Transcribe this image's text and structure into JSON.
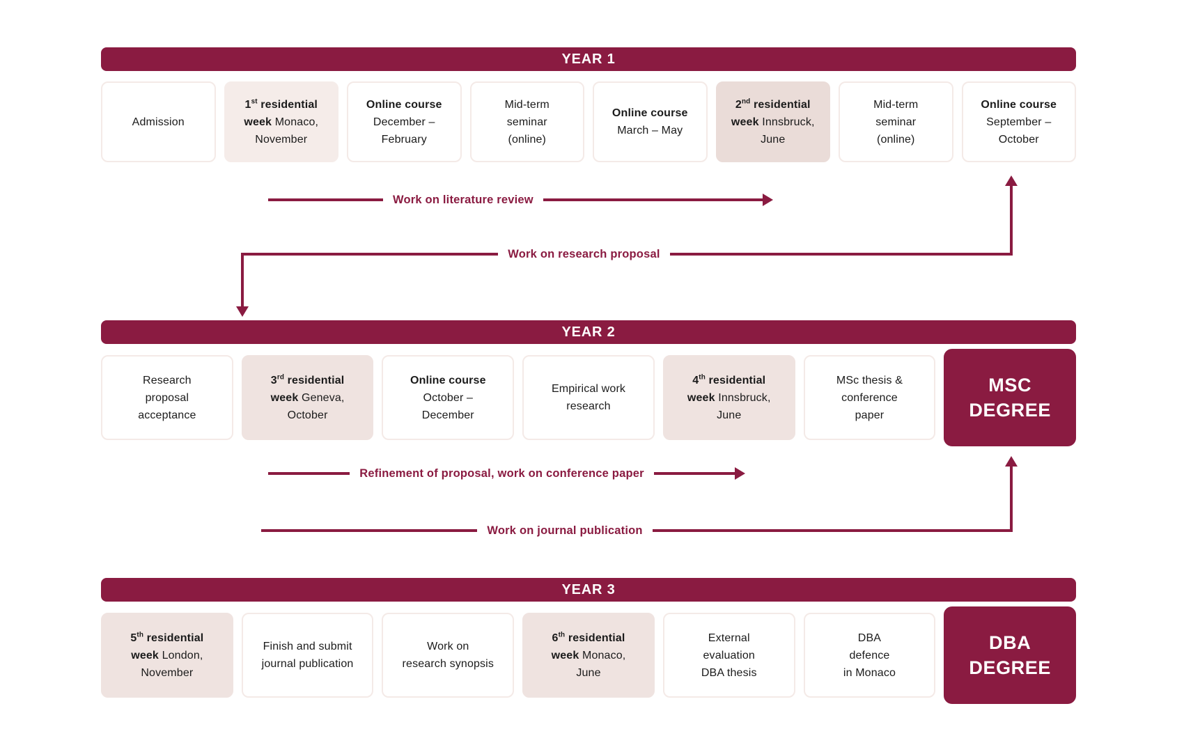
{
  "colors": {
    "accent": "#8A1B41",
    "pink": "#EFE3E0",
    "pink_light": "#F5ECE9",
    "pink_dark": "#EADCD8",
    "box_border": "#F4EAE7",
    "text": "#1B1B1B",
    "header_text": "#FFFFFF"
  },
  "sections": [
    {
      "name": "year-1",
      "header": "YEAR 1",
      "boxes": [
        {
          "name": "admission",
          "style": "white",
          "lines": [
            [
              {
                "t": "Admission"
              }
            ]
          ]
        },
        {
          "name": "residential-week-1-monaco",
          "style": "pink-light",
          "lines": [
            [
              {
                "t": "1",
                "b": true
              },
              {
                "t": "st",
                "b": true,
                "sup": true
              },
              {
                "t": " residential",
                "b": true
              }
            ],
            [
              {
                "t": "week",
                "b": true
              },
              {
                "t": " Monaco,"
              }
            ],
            [
              {
                "t": "November"
              }
            ]
          ]
        },
        {
          "name": "online-course-december-february",
          "style": "white",
          "lines": [
            [
              {
                "t": "Online course",
                "b": true
              }
            ],
            [
              {
                "t": "December –"
              }
            ],
            [
              {
                "t": "February"
              }
            ]
          ]
        },
        {
          "name": "mid-term-seminar-1",
          "style": "white",
          "lines": [
            [
              {
                "t": "Mid-term"
              }
            ],
            [
              {
                "t": "seminar"
              }
            ],
            [
              {
                "t": "(online)"
              }
            ]
          ]
        },
        {
          "name": "online-course-march-may",
          "style": "white",
          "lines": [
            [
              {
                "t": "Online course",
                "b": true
              }
            ],
            [
              {
                "t": "March – May"
              }
            ]
          ]
        },
        {
          "name": "residential-week-2-innsbruck",
          "style": "pink-dark",
          "lines": [
            [
              {
                "t": "2",
                "b": true
              },
              {
                "t": "nd",
                "b": true,
                "sup": true
              },
              {
                "t": " residential",
                "b": true
              }
            ],
            [
              {
                "t": "week",
                "b": true
              },
              {
                "t": " Innsbruck,"
              }
            ],
            [
              {
                "t": "June"
              }
            ]
          ]
        },
        {
          "name": "mid-term-seminar-2",
          "style": "white",
          "lines": [
            [
              {
                "t": "Mid-term"
              }
            ],
            [
              {
                "t": "seminar"
              }
            ],
            [
              {
                "t": "(online)"
              }
            ]
          ]
        },
        {
          "name": "online-course-september-october",
          "style": "white",
          "lines": [
            [
              {
                "t": "Online course",
                "b": true
              }
            ],
            [
              {
                "t": "September –"
              }
            ],
            [
              {
                "t": "October"
              }
            ]
          ]
        }
      ]
    },
    {
      "name": "year-2",
      "header": "YEAR 2",
      "boxes": [
        {
          "name": "research-proposal-acceptance",
          "style": "white",
          "lines": [
            [
              {
                "t": "Research"
              }
            ],
            [
              {
                "t": "proposal"
              }
            ],
            [
              {
                "t": "acceptance"
              }
            ]
          ]
        },
        {
          "name": "residential-week-3-geneva",
          "style": "pink",
          "lines": [
            [
              {
                "t": "3",
                "b": true
              },
              {
                "t": "rd",
                "b": true,
                "sup": true
              },
              {
                "t": " residential",
                "b": true
              }
            ],
            [
              {
                "t": "week",
                "b": true
              },
              {
                "t": " Geneva,"
              }
            ],
            [
              {
                "t": "October"
              }
            ]
          ]
        },
        {
          "name": "online-course-october-december",
          "style": "white",
          "lines": [
            [
              {
                "t": "Online course",
                "b": true
              }
            ],
            [
              {
                "t": "October –"
              }
            ],
            [
              {
                "t": "December"
              }
            ]
          ]
        },
        {
          "name": "empirical-work-research",
          "style": "white",
          "lines": [
            [
              {
                "t": "Empirical work"
              }
            ],
            [
              {
                "t": "research"
              }
            ]
          ]
        },
        {
          "name": "residential-week-4-innsbruck",
          "style": "pink",
          "lines": [
            [
              {
                "t": "4",
                "b": true
              },
              {
                "t": "th",
                "b": true,
                "sup": true
              },
              {
                "t": " residential",
                "b": true
              }
            ],
            [
              {
                "t": "week",
                "b": true
              },
              {
                "t": " Innsbruck,"
              }
            ],
            [
              {
                "t": "June"
              }
            ]
          ]
        },
        {
          "name": "msc-thesis-conference-paper",
          "style": "white",
          "lines": [
            [
              {
                "t": "MSc thesis &"
              }
            ],
            [
              {
                "t": "conference"
              }
            ],
            [
              {
                "t": "paper"
              }
            ]
          ]
        },
        {
          "name": "msc-degree",
          "style": "accent",
          "lines": [
            [
              {
                "t": "MSC",
                "b": true
              }
            ],
            [
              {
                "t": "DEGREE",
                "b": true
              }
            ]
          ]
        }
      ]
    },
    {
      "name": "year-3",
      "header": "YEAR 3",
      "boxes": [
        {
          "name": "residential-week-5-london",
          "style": "pink",
          "lines": [
            [
              {
                "t": "5",
                "b": true
              },
              {
                "t": "th",
                "b": true,
                "sup": true
              },
              {
                "t": " residential",
                "b": true
              }
            ],
            [
              {
                "t": "week",
                "b": true
              },
              {
                "t": " London,"
              }
            ],
            [
              {
                "t": "November"
              }
            ]
          ]
        },
        {
          "name": "finish-and-submit-journal-publication",
          "style": "white",
          "lines": [
            [
              {
                "t": "Finish and submit"
              }
            ],
            [
              {
                "t": "journal publication"
              }
            ]
          ]
        },
        {
          "name": "work-on-research-synopsis",
          "style": "white",
          "lines": [
            [
              {
                "t": "Work on"
              }
            ],
            [
              {
                "t": "research synopsis"
              }
            ]
          ]
        },
        {
          "name": "residential-week-6-monaco",
          "style": "pink",
          "lines": [
            [
              {
                "t": "6",
                "b": true
              },
              {
                "t": "th",
                "b": true,
                "sup": true
              },
              {
                "t": " residential",
                "b": true
              }
            ],
            [
              {
                "t": "week",
                "b": true
              },
              {
                "t": " Monaco,"
              }
            ],
            [
              {
                "t": "June"
              }
            ]
          ]
        },
        {
          "name": "external-evaluation-dba-thesis",
          "style": "white",
          "lines": [
            [
              {
                "t": "External"
              }
            ],
            [
              {
                "t": "evaluation"
              }
            ],
            [
              {
                "t": "DBA thesis"
              }
            ]
          ]
        },
        {
          "name": "dba-defence-in-monaco",
          "style": "white",
          "lines": [
            [
              {
                "t": "DBA"
              }
            ],
            [
              {
                "t": "defence"
              }
            ],
            [
              {
                "t": "in Monaco"
              }
            ]
          ]
        },
        {
          "name": "dba-degree",
          "style": "accent",
          "lines": [
            [
              {
                "t": "DBA",
                "b": true
              }
            ],
            [
              {
                "t": "DEGREE",
                "b": true
              }
            ]
          ]
        }
      ]
    }
  ],
  "arrows": {
    "literature_review": {
      "label": "Work on literature review"
    },
    "research_proposal": {
      "label": "Work on research proposal"
    },
    "refinement": {
      "label": "Refinement of proposal, work on conference paper"
    },
    "journal_publication": {
      "label": "Work on journal publication"
    }
  }
}
